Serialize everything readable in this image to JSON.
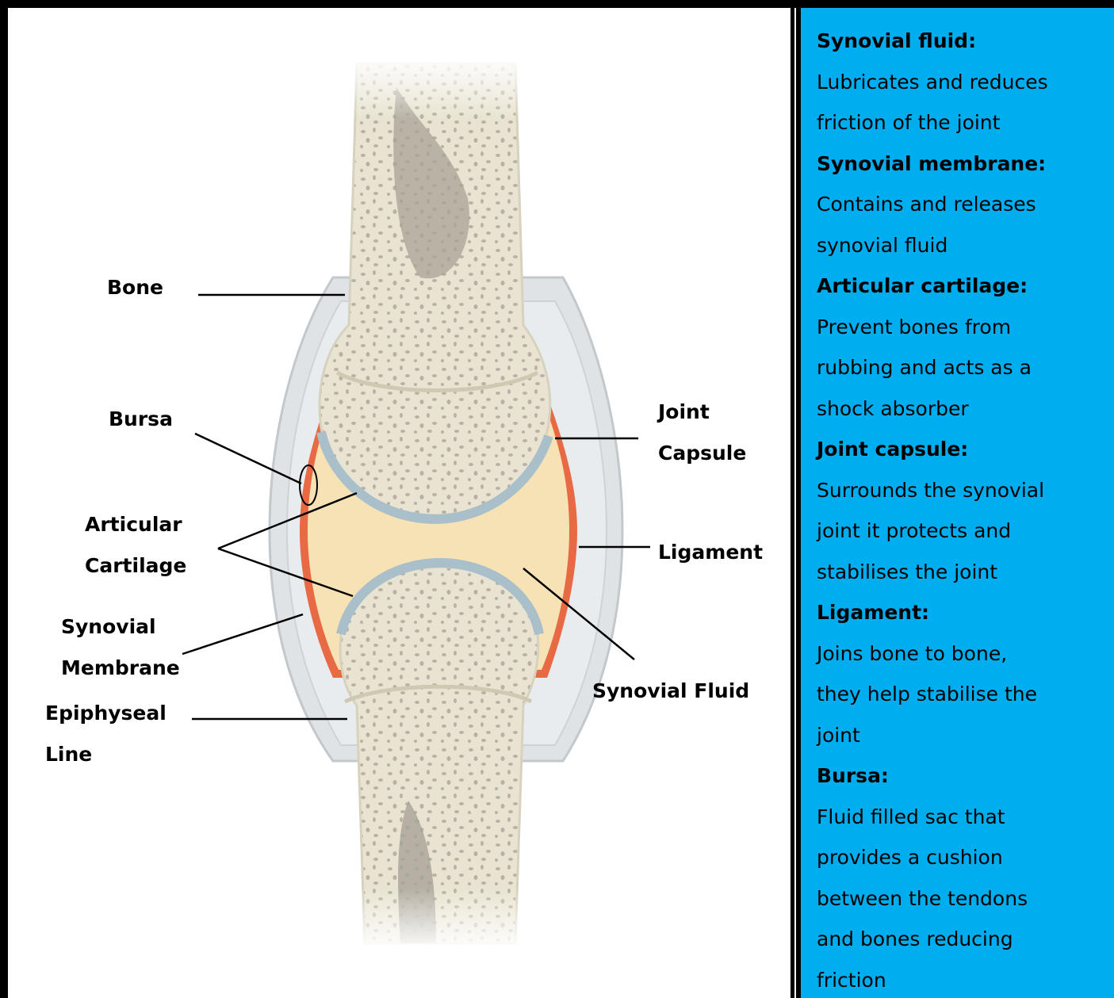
{
  "labels": {
    "bone": "Bone",
    "bursa": "Bursa",
    "articular_cartilage": [
      "Articular",
      "Cartilage"
    ],
    "synovial_membrane": [
      "Synovial",
      "Membrane"
    ],
    "epiphyseal_line": [
      "Epiphyseal",
      "Line"
    ],
    "joint_capsule": [
      "Joint",
      "Capsule"
    ],
    "ligament": "Ligament",
    "synovial_fluid": "Synovial Fluid"
  },
  "info": [
    {
      "term": "Synovial fluid:",
      "desc": [
        "Lubricates and reduces",
        "friction of the joint"
      ]
    },
    {
      "term": "Synovial membrane:",
      "desc": [
        "Contains and releases",
        "synovial fluid"
      ]
    },
    {
      "term": "Articular cartilage:",
      "desc": [
        "Prevent bones from",
        "rubbing and acts as a",
        "shock absorber"
      ]
    },
    {
      "term": "Joint capsule:",
      "desc": [
        "Surrounds the synovial",
        "joint it protects and",
        "stabilises the joint"
      ]
    },
    {
      "term": "Ligament:",
      "desc": [
        "Joins bone to bone,",
        "they help stabilise the",
        "joint"
      ]
    },
    {
      "term": "Bursa:",
      "desc": [
        "Fluid filled sac that",
        "provides a cushion",
        "between the tendons",
        "and bones reducing",
        "friction"
      ]
    }
  ],
  "colors": {
    "panel_bg": "#00aeef",
    "bone": "#ebe6d3",
    "marrow": "#a8a397",
    "cartilage": "#a9bfca",
    "fluid": "#f6e2b4",
    "membrane": "#e86a45"
  }
}
